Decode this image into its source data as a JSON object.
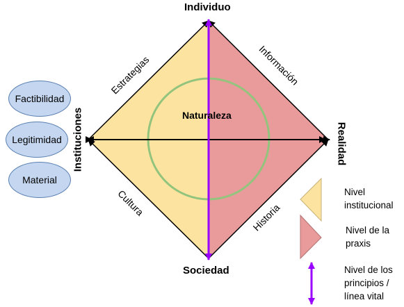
{
  "diagram": {
    "top_label": "Individuo",
    "bottom_label": "Sociedad",
    "left_label": "Instituciones",
    "right_label": "Realidad",
    "center_label": "Naturaleza",
    "edge_labels": {
      "upper_left": "Estrategias",
      "upper_right": "Información",
      "lower_left": "Cultura",
      "lower_right": "Historia"
    },
    "colors": {
      "institutional_fill": "#fce4a0",
      "praxis_fill": "#e99a9a",
      "circle_stroke": "#93c47d",
      "vital_line": "#9900ff",
      "axis": "#000000"
    }
  },
  "side_ovals": [
    {
      "label": "Factibilidad"
    },
    {
      "label": "Legitimidad"
    },
    {
      "label": "Material"
    }
  ],
  "legend": {
    "institutional": [
      "Nivel",
      "institucional"
    ],
    "praxis": [
      "Nivel de la",
      "praxis"
    ],
    "principles": [
      "Nivel de los",
      "principios /",
      "línea vital"
    ]
  }
}
